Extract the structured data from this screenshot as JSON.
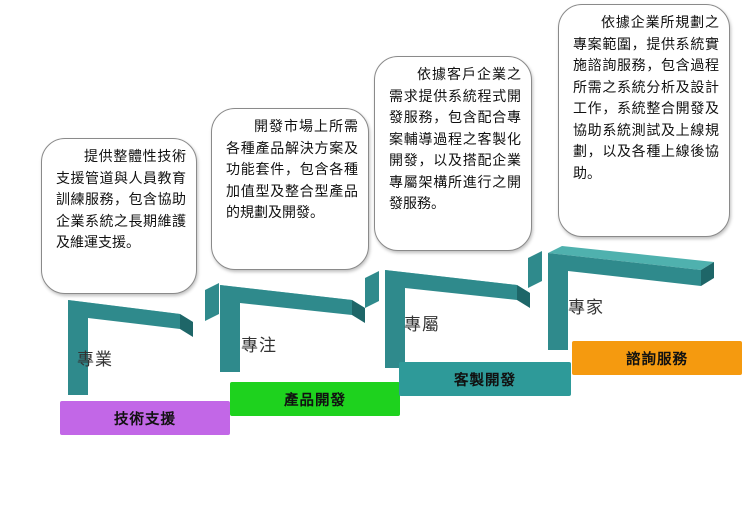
{
  "colors": {
    "beam_front": "#2f8a8c",
    "beam_top": "#4fb1ae",
    "beam_side": "#1e6668"
  },
  "steps": [
    {
      "tag": "專業",
      "label": "技術支援",
      "label_color": "#c267e7",
      "description": "提供整體性技術支援管道與人員教育訓練服務，包含協助企業系統之長期維護及維運支援。"
    },
    {
      "tag": "專注",
      "label": "產品開發",
      "label_color": "#1ed21e",
      "description": "開發市場上所需各種產品解決方案及功能套件，包含各種加值型及整合型產品的規劃及開發。"
    },
    {
      "tag": "專屬",
      "label": "客製開發",
      "label_color": "#2e9a99",
      "description": "依據客戶企業之需求提供系統程式開發服務，包含配合專案輔導過程之客製化開發，以及搭配企業專屬架構所進行之開發服務。"
    },
    {
      "tag": "專家",
      "label": "諮詢服務",
      "label_color": "#f59a0f",
      "description": "依據企業所規劃之專案範圍，提供系統實施諮詢服務，包含過程所需之系統分析及設計工作，系統整合開發及協助系統測試及上線規劃，以及各種上線後協助。"
    }
  ]
}
